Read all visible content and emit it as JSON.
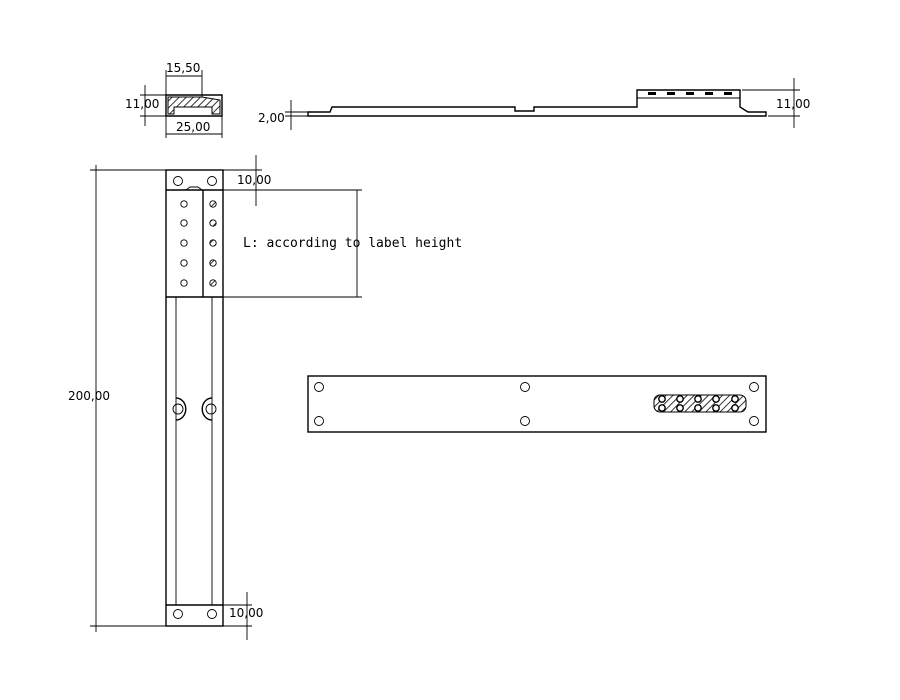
{
  "dimensions": {
    "top_width": "15,50",
    "height_small": "11,00",
    "bottom_width": "25,00",
    "thickness_left": "2,00",
    "height_right": "11,00",
    "top_margin": "10,00",
    "total_length": "200,00",
    "bottom_margin": "10,00"
  },
  "note": "L: according to label height",
  "colors": {
    "line": "#000000",
    "hatch": "#000000",
    "background": "#ffffff"
  }
}
